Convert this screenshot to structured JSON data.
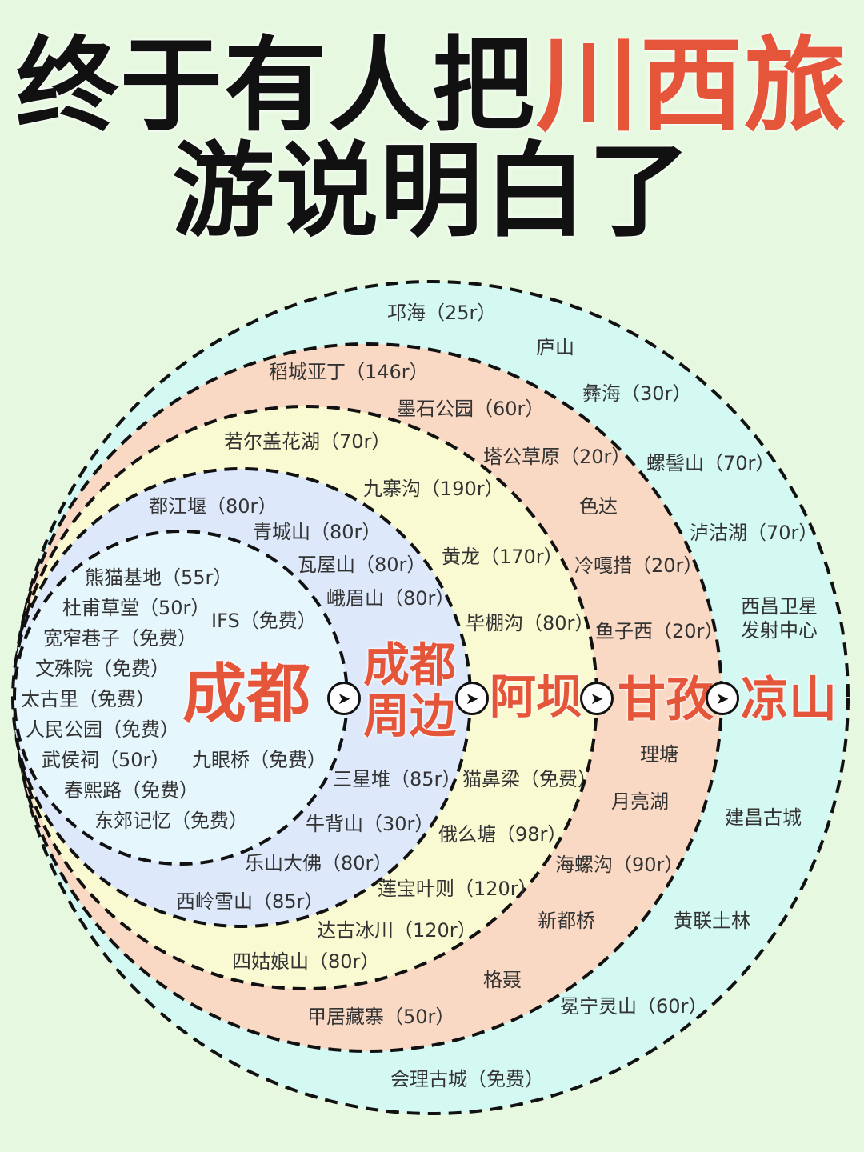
{
  "title": {
    "line1_black": "终于有人把",
    "line1_red": "川西旅",
    "line2_black": "游说明白了"
  },
  "colors": {
    "background": "#e6f9e0",
    "accent_red": "#e5553a",
    "ring_liangshan": "#d4f8f2",
    "ring_ganzi": "#fad9c4",
    "ring_aba": "#fafad2",
    "ring_chengdu_surround": "#dde9fb",
    "ring_chengdu": "#e6f6fd",
    "text": "#333333"
  },
  "regions": {
    "chengdu": "成都",
    "chengdu_surround_1": "成都",
    "chengdu_surround_2": "周边",
    "aba": "阿坝",
    "ganzi": "甘孜",
    "liangshan": "凉山"
  },
  "arrow_icon": "➤",
  "spots": {
    "chengdu": [
      "熊猫基地（55r）",
      "杜甫草堂（50r）",
      "IFS（免费）",
      "宽窄巷子（免费）",
      "文殊院（免费）",
      "太古里（免费）",
      "人民公园（免费）",
      "武侯祠（50r）",
      "九眼桥（免费）",
      "春熙路（免费）",
      "东郊记忆（免费）"
    ],
    "chengdu_surround": [
      "都江堰（80r）",
      "青城山（80r）",
      "瓦屋山（80r）",
      "峨眉山（80r）",
      "三星堆（85r）",
      "牛背山（30r）",
      "乐山大佛（80r）",
      "西岭雪山（85r）"
    ],
    "aba": [
      "若尔盖花湖（70r）",
      "九寨沟（190r）",
      "黄龙（170r）",
      "毕棚沟（80r）",
      "猫鼻梁（免费）",
      "俄么塘（98r）",
      "莲宝叶则（120r）",
      "达古冰川（120r）",
      "四姑娘山（80r）"
    ],
    "ganzi": [
      "稻城亚丁（146r）",
      "墨石公园（60r）",
      "塔公草原（20r）",
      "色达",
      "冷嘎措（20r）",
      "鱼子西（20r）",
      "理塘",
      "月亮湖",
      "海螺沟（90r）",
      "新都桥",
      "格聂",
      "甲居藏寨（50r）"
    ],
    "liangshan": [
      "邛海（25r）",
      "庐山",
      "彝海（30r）",
      "螺髻山（70r）",
      "泸沽湖（70r）",
      "西昌卫星",
      "发射中心",
      "建昌古城",
      "黄联土林",
      "冕宁灵山（60r）",
      "会理古城（免费）"
    ]
  }
}
